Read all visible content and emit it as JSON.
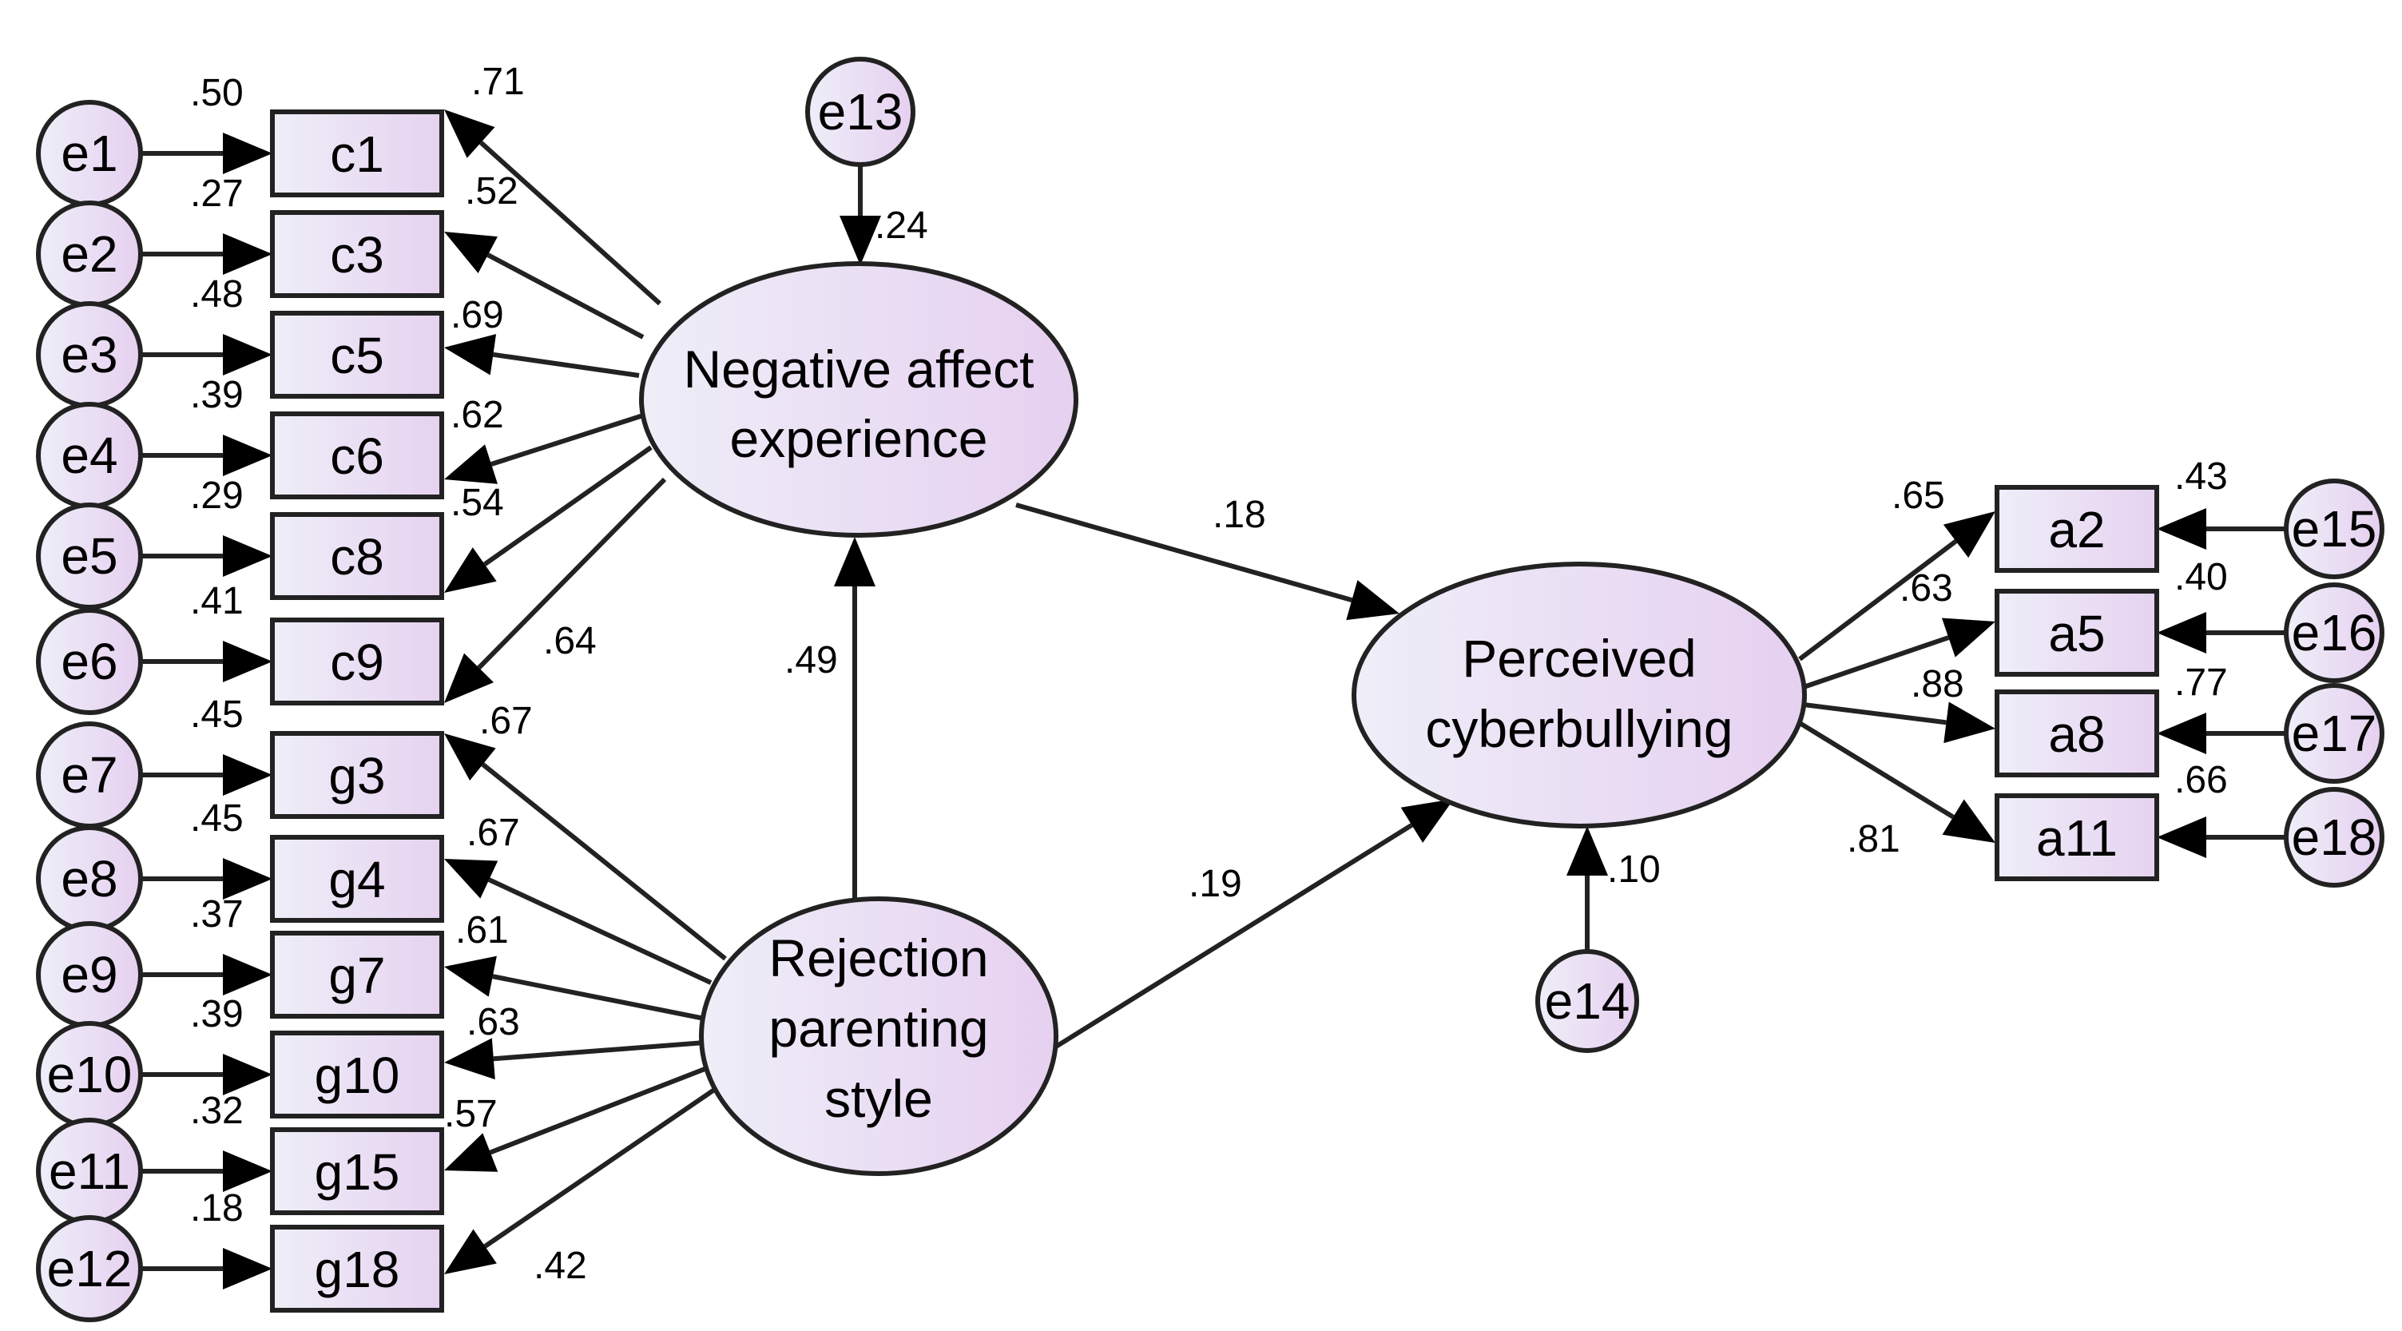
{
  "latents": {
    "nae": {
      "lines": [
        "Negative affect",
        "experience"
      ]
    },
    "rps": {
      "lines": [
        "Rejection",
        "parenting",
        "style"
      ]
    },
    "pc": {
      "lines": [
        "Perceived",
        "cyberbullying"
      ]
    }
  },
  "indicators": {
    "nae": [
      {
        "item": "c1",
        "error": "e1",
        "loading": ".71",
        "r2": ".50"
      },
      {
        "item": "c3",
        "error": "e2",
        "loading": ".52",
        "r2": ".27"
      },
      {
        "item": "c5",
        "error": "e3",
        "loading": ".69",
        "r2": ".48"
      },
      {
        "item": "c6",
        "error": "e4",
        "loading": ".62",
        "r2": ".39"
      },
      {
        "item": "c8",
        "error": "e5",
        "loading": ".54",
        "r2": ".29"
      },
      {
        "item": "c9",
        "error": "e6",
        "loading": ".64",
        "r2": ".41"
      }
    ],
    "rps": [
      {
        "item": "g3",
        "error": "e7",
        "loading": ".67",
        "r2": ".45"
      },
      {
        "item": "g4",
        "error": "e8",
        "loading": ".67",
        "r2": ".45"
      },
      {
        "item": "g7",
        "error": "e9",
        "loading": ".61",
        "r2": ".37"
      },
      {
        "item": "g10",
        "error": "e10",
        "loading": ".63",
        "r2": ".39"
      },
      {
        "item": "g15",
        "error": "e11",
        "loading": ".57",
        "r2": ".32"
      },
      {
        "item": "g18",
        "error": "e12",
        "loading": ".42",
        "r2": ".18"
      }
    ],
    "pc": [
      {
        "item": "a2",
        "error": "e15",
        "loading": ".65",
        "r2": ".43"
      },
      {
        "item": "a5",
        "error": "e16",
        "loading": ".63",
        "r2": ".40"
      },
      {
        "item": "a8",
        "error": "e17",
        "loading": ".88",
        "r2": ".77"
      },
      {
        "item": "a11",
        "error": "e18",
        "loading": ".81",
        "r2": ".66"
      }
    ]
  },
  "structural": {
    "nae_to_pc": ".18",
    "rps_to_pc": ".19",
    "rps_to_nae": ".49"
  },
  "disturbances": {
    "nae": {
      "error": "e13",
      "r2": ".24"
    },
    "pc": {
      "error": "e14",
      "r2": ".10"
    }
  },
  "colors": {
    "fill_light": "#eeeef8",
    "fill_pink": "#e8d2f0",
    "stroke": "#222222",
    "text": "#000000"
  }
}
